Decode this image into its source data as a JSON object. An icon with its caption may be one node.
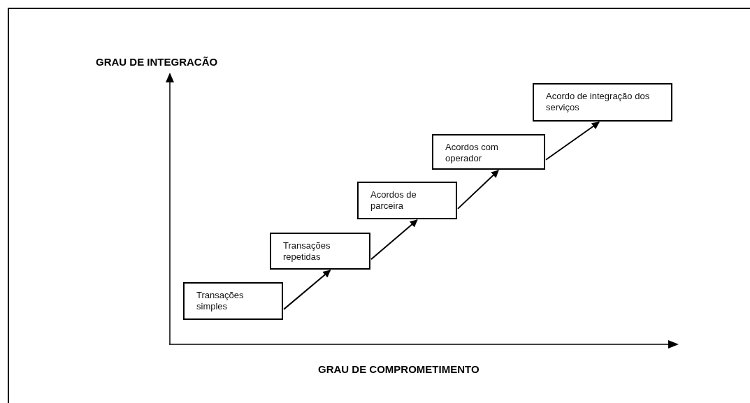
{
  "diagram": {
    "nodes": [
      {
        "text": [
          "Transações simples"
        ]
      },
      {
        "text": [
          "Transações repetidas"
        ]
      },
      {
        "text": [
          "Acordos de parceira"
        ]
      },
      {
        "text": [
          "Acordos com operador"
        ]
      },
      {
        "text": [
          "Acordo de integração dos serviços"
        ]
      }
    ],
    "edges": [
      {
        "from": 0,
        "to": 1,
        "arrow": "to"
      },
      {
        "from": 1,
        "to": 2,
        "arrow": "to"
      },
      {
        "from": 2,
        "to": 3,
        "arrow": "to"
      },
      {
        "from": 3,
        "to": 4,
        "arrow": "to"
      }
    ],
    "labels": [
      "GRAU DE INTEGRACÃO",
      "GRAU DE COMPROMETIMENTO"
    ]
  }
}
